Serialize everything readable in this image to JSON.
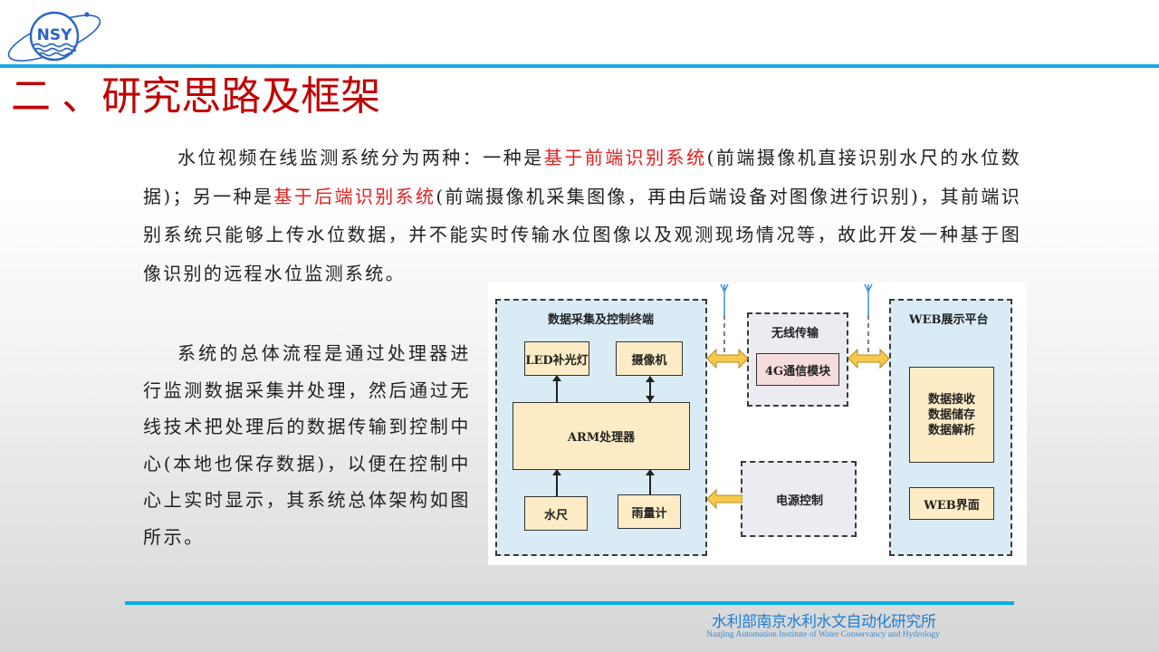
{
  "header": {
    "logo_text": "NSY",
    "accent_color": "#1aa7e6",
    "title": "二 、研究思路及框架",
    "title_color": "#c00000"
  },
  "intro": {
    "part1": "水位视频在线监测系统分为两种：一种是",
    "highlight1": "基于前端识别系统",
    "part2": "(前端摄像机直接识别水尺的水位数据)；另一种是",
    "highlight2": "基于后端识别系统",
    "part3": "(前端摄像机采集图像，再由后端设备对图像进行识别)，其前端识别系统只能够上传水位数据，并不能实时传输水位图像以及观测现场情况等，故此开发一种基于图像识别的远程水位监测系统。",
    "highlight_color": "#e02020"
  },
  "flow": {
    "text": "系统的总体流程是通过处理器进行监测数据采集并处理，然后通过无线技术把处理后的数据传输到控制中心(本地也保存数据)，以便在控制中心上实时显示，其系统总体架构如图所示。"
  },
  "diagram": {
    "terminal": {
      "title": "数据采集及控制终端",
      "led": "LED补光灯",
      "camera": "摄像机",
      "processor": "ARM处理器",
      "gauge": "水尺",
      "rain": "雨量计"
    },
    "wireless": {
      "title": "无线传输",
      "module": "4G通信模块"
    },
    "power": {
      "title": "电源控制"
    },
    "web": {
      "title": "WEB展示平台",
      "data_lines": [
        "数据接收",
        "数据储存",
        "数据解析"
      ],
      "ui": "WEB界面"
    }
  },
  "footer": {
    "org_cn": "水利部南京水利水文自动化研究所",
    "org_en": "Nanjing Automation Institute of Water Conservancy and Hydrology"
  }
}
